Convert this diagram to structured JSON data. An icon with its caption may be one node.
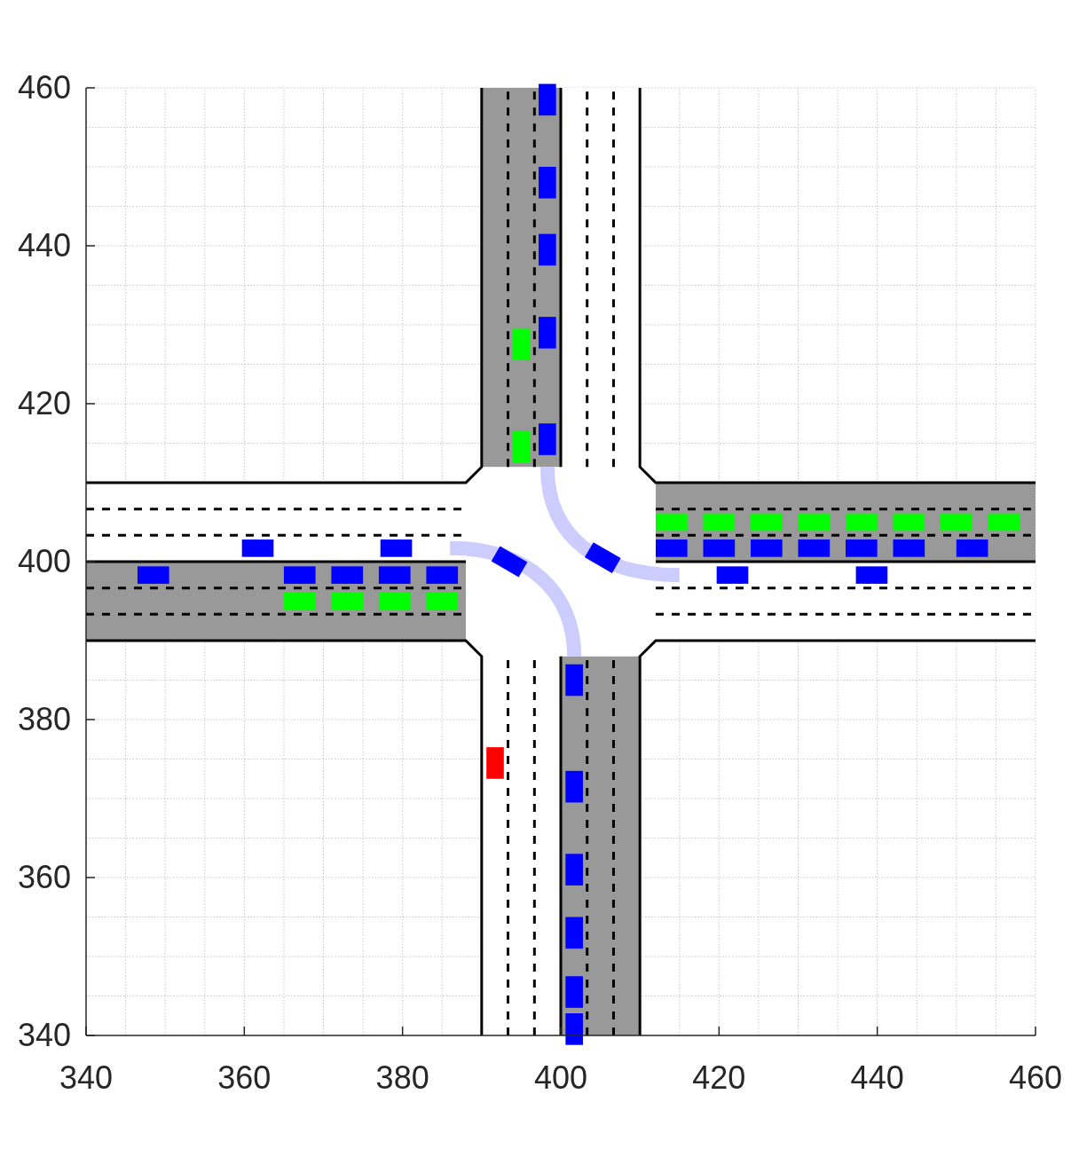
{
  "diagram": {
    "labels": [
      "460",
      "440",
      "420",
      "400",
      "380",
      "360",
      "340",
      "340",
      "360",
      "380",
      "400",
      "420",
      "440",
      "460"
    ]
  }
}
